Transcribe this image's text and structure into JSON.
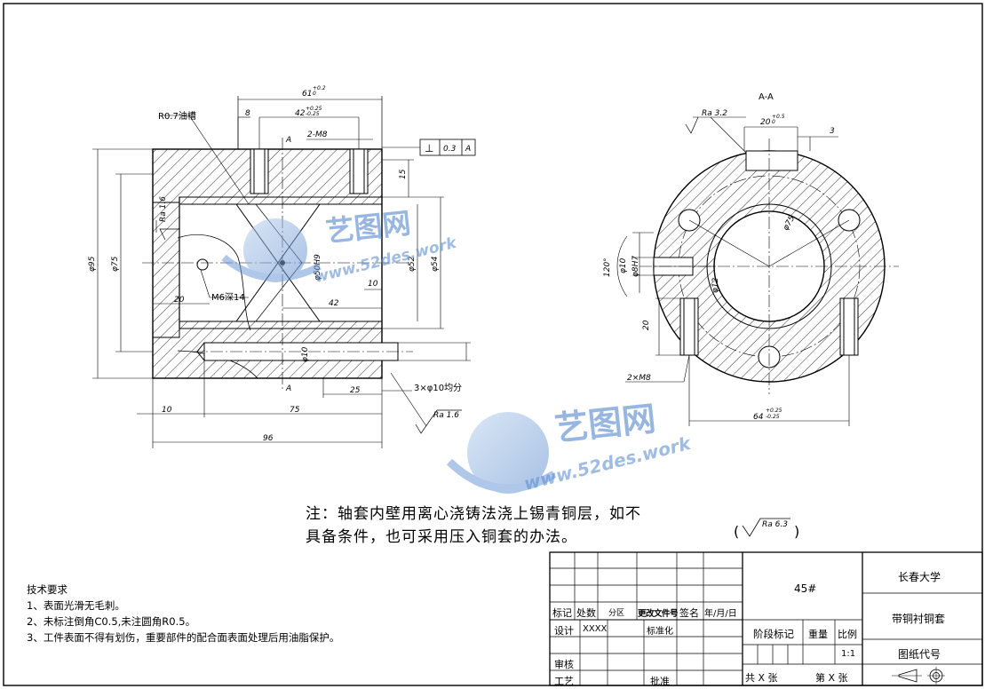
{
  "drawing": {
    "section_label": "A-A",
    "section_mark": "A",
    "callouts": {
      "oil_groove": "R0.7油槽",
      "thread_side": "2-M8",
      "thread_front": "2×M8",
      "oil_hole": "M6深14",
      "pins": "3×φ10均分"
    },
    "tolerance_frame": {
      "symbol": "⊥",
      "value": "0.3",
      "datum": "A"
    },
    "dims": {
      "len_61": "61",
      "tol_61": "+0.2",
      "tol_61_low": "0",
      "len_8": "8",
      "len_42_top": "42",
      "tol_42_up": "+0.25",
      "tol_42_low": "-0.25",
      "len_15": "15",
      "dia_95": "φ95",
      "dia_75": "φ75",
      "dia_52": "φ52",
      "dia_54": "φ54",
      "bore": "φ50H9",
      "len_10_mid": "10",
      "len_42_mid": "42",
      "len_20_left": "20",
      "dia_10": "φ10",
      "len_25": "25",
      "len_10_bot": "10",
      "len_75": "75",
      "len_96": "96",
      "width_20": "20",
      "tol_20": "+0.5",
      "tol_20_low": "0",
      "len_3": "3",
      "dia_75_front": "φ75",
      "angle_120": "120°",
      "dia_10_front": "φ10",
      "fit_8H7": "φ8H7",
      "dia_12": "φ12",
      "len_20_front": "20",
      "len_64": "64",
      "tol_64_up": "+0.25",
      "tol_64_low": "-0.25",
      "ra_16_a": "Ra 1.6",
      "ra_16_b": "Ra 1.6",
      "ra_32": "Ra 3.2",
      "ra_63": "Ra 6.3"
    }
  },
  "watermark": {
    "cn": "艺图网",
    "url": "www.52des.work"
  },
  "note": {
    "line1": "注：轴套内壁用离心浇铸法浇上锡青铜层，如不",
    "line2": "具备条件，也可采用压入铜套的办法。"
  },
  "requirements": {
    "title": "技术要求",
    "items": [
      "1、表面光滑无毛刺。",
      "2、未标注倒角C0.5,未注圆角R0.5。",
      "3、工件表面不得有划伤，重要部件的配合面表面处理后用油脂保护。"
    ]
  },
  "title_block": {
    "material": "45#",
    "school": "长春大学",
    "part_name": "带铜衬铜套",
    "drawing_no_label": "图纸代号",
    "headers": [
      "标记",
      "处数",
      "分区",
      "更改文件号",
      "签名",
      "年/月/日"
    ],
    "design_label": "设计",
    "designer": "XXXX",
    "standard_label": "标准化",
    "check_label": "审核",
    "process_label": "工艺",
    "approve_label": "批准",
    "stage_label": "阶段标记",
    "weight_label": "重量",
    "scale_label": "比例",
    "scale_value": "1:1",
    "sheets_total": "共  X  张",
    "sheet_no": "第  X  张"
  }
}
